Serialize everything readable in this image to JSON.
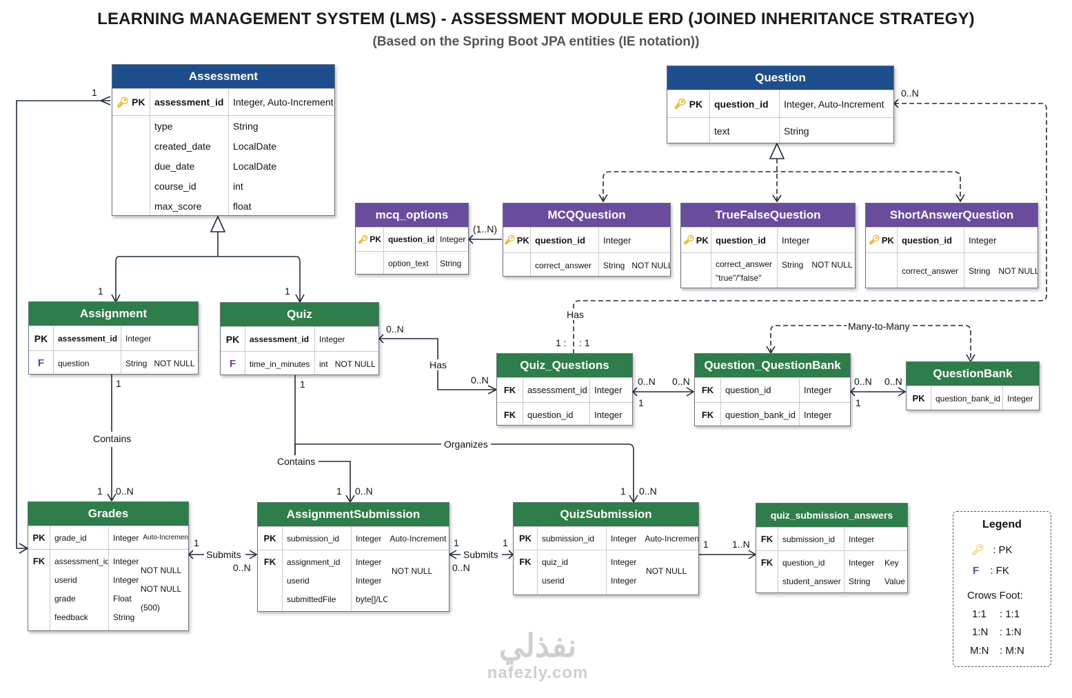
{
  "title": "LEARNING MANAGEMENT SYSTEM (LMS) - ASSESSMENT MODULE ERD (JOINED INHERITANCE STRATEGY)",
  "subtitle": "(Based on the Spring Boot JPA entities (IE notation))",
  "colors": {
    "parent_header": "#1f4e8c",
    "subtype_header": "#6a4c9c",
    "table_header": "#2e7d4a",
    "pk_icon": "#e0a800",
    "fk_marker": "#6a3d9a"
  },
  "icons": {
    "pk": "key-icon",
    "fk": "fk-letter"
  },
  "entities": {
    "assessment": {
      "name": "Assessment",
      "pk": {
        "key": "PK",
        "field": "assessment_id",
        "type": "Integer, Auto-Increment"
      },
      "fields": [
        {
          "name": "type",
          "type": "String"
        },
        {
          "name": "created_date",
          "type": "LocalDate"
        },
        {
          "name": "due_date",
          "type": "LocalDate"
        },
        {
          "name": "course_id",
          "type": "int"
        },
        {
          "name": "max_score",
          "type": "float"
        }
      ]
    },
    "question": {
      "name": "Question",
      "pk": {
        "key": "PK",
        "field": "question_id",
        "type": "Integer, Auto-Increment"
      },
      "fields": [
        {
          "name": "text",
          "type": "String"
        }
      ]
    },
    "mcq_options": {
      "name": "mcq_options",
      "pk": {
        "key": "PK",
        "field": "question_id",
        "type": "Integer"
      },
      "fields": [
        {
          "name": "option_text",
          "type": "String"
        }
      ]
    },
    "mcq_question": {
      "name": "MCQQuestion",
      "pk": {
        "key": "PK",
        "field": "question_id",
        "type": "Integer"
      },
      "fields": [
        {
          "name": "correct_answer",
          "type": "String",
          "constraint": "NOT NULL"
        }
      ]
    },
    "true_false_question": {
      "name": "TrueFalseQuestion",
      "pk": {
        "key": "PK",
        "field": "question_id",
        "type": "Integer"
      },
      "fields": [
        {
          "name": "correct_answer",
          "name2": "\"true\"/\"false\"",
          "type": "String",
          "constraint": "NOT NULL"
        }
      ]
    },
    "short_answer_question": {
      "name": "ShortAnswerQuestion",
      "pk": {
        "key": "PK",
        "field": "question_id",
        "type": "Integer"
      },
      "fields": [
        {
          "name": "correct_answer",
          "type": "String",
          "constraint": "NOT NULL"
        }
      ]
    },
    "assignment": {
      "name": "Assignment",
      "rows": [
        {
          "key": "PK",
          "field": "assessment_id",
          "type": "Integer",
          "constraint": ""
        },
        {
          "key": "F",
          "field": "question",
          "type": "String",
          "constraint": "NOT NULL"
        }
      ]
    },
    "quiz": {
      "name": "Quiz",
      "rows": [
        {
          "key": "PK",
          "field": "assessment_id",
          "type": "Integer",
          "constraint": ""
        },
        {
          "key": "F",
          "field": "time_in_minutes",
          "type": "int",
          "constraint": "NOT NULL"
        }
      ]
    },
    "quiz_questions": {
      "name": "Quiz_Questions",
      "rows": [
        {
          "key": "FK",
          "field": "assessment_id",
          "type": "Integer"
        },
        {
          "key": "FK",
          "field": "question_id",
          "type": "Integer"
        }
      ]
    },
    "question_questionbank": {
      "name": "Question_QuestionBank",
      "rows": [
        {
          "key": "FK",
          "field": "question_id",
          "type": "Integer"
        },
        {
          "key": "FK",
          "field": "question_bank_id",
          "type": "Integer"
        }
      ]
    },
    "questionbank": {
      "name": "QuestionBank",
      "rows": [
        {
          "key": "PK",
          "field": "question_bank_id",
          "type": "Integer"
        }
      ]
    },
    "grades": {
      "name": "Grades",
      "rows": [
        {
          "key": "PK",
          "field": "grade_id",
          "type": "Integer",
          "constraint": "Auto-Increment"
        },
        {
          "key": "FK",
          "field": "assessment_id",
          "type": "Integer",
          "constraint": ""
        },
        {
          "key": "",
          "field": "userid",
          "type": "Integer",
          "constraint": "NOT NULL"
        },
        {
          "key": "",
          "field": "grade",
          "type": "Float",
          "constraint": "NOT NULL"
        },
        {
          "key": "",
          "field": "feedback",
          "type": "String",
          "constraint": "(500)"
        }
      ]
    },
    "assignment_submission": {
      "name": "AssignmentSubmission",
      "rows": [
        {
          "key": "PK",
          "field": "submission_id",
          "type": "Integer",
          "constraint": "Auto-Increment"
        },
        {
          "key": "FK",
          "field": "assignment_id",
          "type": "Integer",
          "constraint": ""
        },
        {
          "key": "",
          "field": "userid",
          "type": "Integer",
          "constraint": "NOT NULL"
        },
        {
          "key": "",
          "field": "submittedFile",
          "type": "byte[]/LOB",
          "constraint": ""
        }
      ]
    },
    "quiz_submission": {
      "name": "QuizSubmission",
      "rows": [
        {
          "key": "PK",
          "field": "submission_id",
          "type": "Integer",
          "constraint": "Auto-Increment"
        },
        {
          "key": "FK",
          "field": "quiz_id",
          "type": "Integer",
          "constraint": ""
        },
        {
          "key": "",
          "field": "userid",
          "type": "Integer",
          "constraint": "NOT NULL"
        }
      ]
    },
    "quiz_submission_answers": {
      "name": "quiz_submission_answers",
      "rows": [
        {
          "key": "FK",
          "field": "submission_id",
          "type": "Integer",
          "constraint": ""
        },
        {
          "key": "FK",
          "field": "question_id",
          "type": "Integer",
          "constraint": "Key"
        },
        {
          "key": "",
          "field": "student_answer",
          "type": "String",
          "constraint": "Value"
        }
      ]
    }
  },
  "relationships": {
    "has_quiz": "Has",
    "has_question": "Has",
    "many_to_many": "Many-to-Many",
    "organizes": "Organizes",
    "contains_assignment": "Contains",
    "contains_quiz": "Contains",
    "submits_grades": "Submits",
    "submits_quiz": "Submits"
  },
  "cardinalities": {
    "assessment_one": "1",
    "question_many": "0..N",
    "options_one_n": "(1..N)",
    "assignment_one": "1",
    "quiz_one": "1",
    "quiz_has_many": "0..N",
    "quiz_questions_many": "0..N",
    "qq_has_1a": "1 :",
    "qq_has_1b": ": 1",
    "qq_right_many": "0..N",
    "qq_right_one": "1",
    "qqb_left_many": "0..N",
    "qqb_right_many": "0..N",
    "qqb_right_one": "1",
    "qb_left_many": "0..N",
    "assignment_down_one": "1",
    "quiz_down_one": "1",
    "grades_top_one": "1",
    "grades_top_many": "0..N",
    "as_top_one": "1",
    "as_top_many": "0..N",
    "qs_top_one": "1",
    "qs_top_many": "0..N",
    "grades_right_one": "1",
    "as_left_many": "0..N",
    "as_right_many": "0..N",
    "qs_left_one": "1",
    "as_right_one": "1",
    "qs_right_one": "1",
    "qsa_left_many": "1..N"
  },
  "legend": {
    "title": "Legend",
    "pk_label": ": PK",
    "fk_symbol": "F",
    "fk_label": ": FK",
    "crows_title": "Crows Foot:",
    "rows": [
      {
        "a": "1:1",
        "b": ": 1:1"
      },
      {
        "a": "1:N",
        "b": ": 1:N"
      },
      {
        "a": "M:N",
        "b": ": M:N"
      }
    ]
  },
  "watermark": {
    "arabic": "نفذلي",
    "latin": "nafezly.com"
  }
}
